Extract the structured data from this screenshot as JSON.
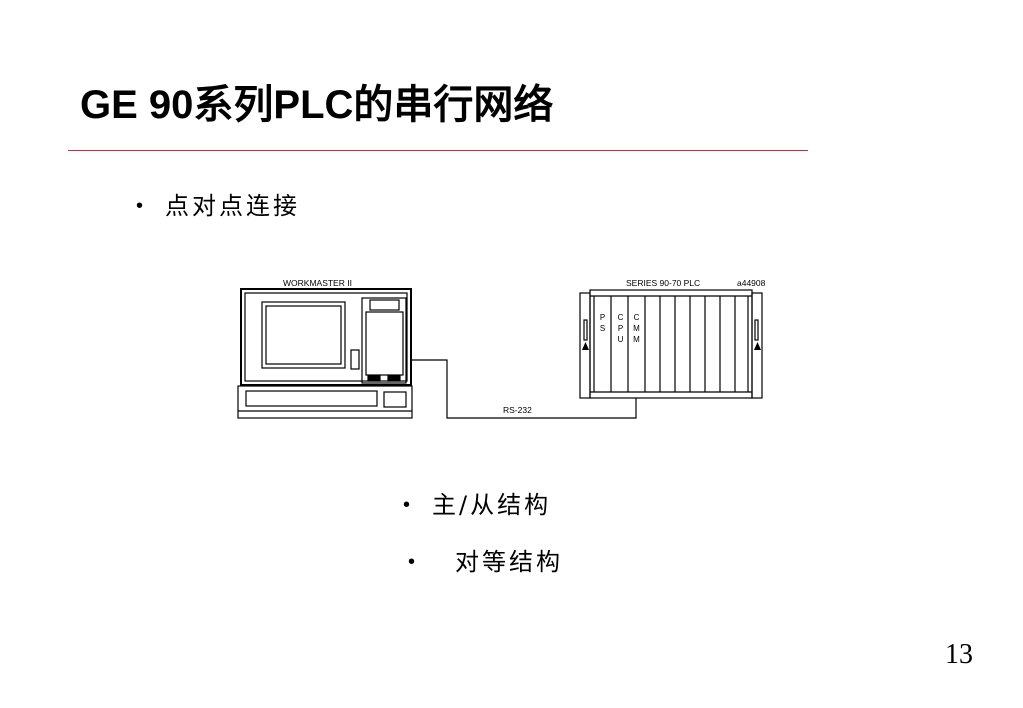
{
  "slide": {
    "title": "GE 90系列PLC的串行网络",
    "page_number": "13"
  },
  "bullets": [
    {
      "marker": "•",
      "text": "点对点连接"
    },
    {
      "marker": "•",
      "text": "主/从结构"
    },
    {
      "marker": "•",
      "text": "对等结构"
    }
  ],
  "diagram": {
    "computer_label": "WORKMASTER  II",
    "plc_label": "SERIES 90-70 PLC",
    "figure_id": "a44908",
    "cable_label": "RS-232",
    "modules": [
      "PS",
      "CPU",
      "CMM"
    ]
  },
  "colors": {
    "rule": "#d1283c",
    "ink": "#000000"
  }
}
